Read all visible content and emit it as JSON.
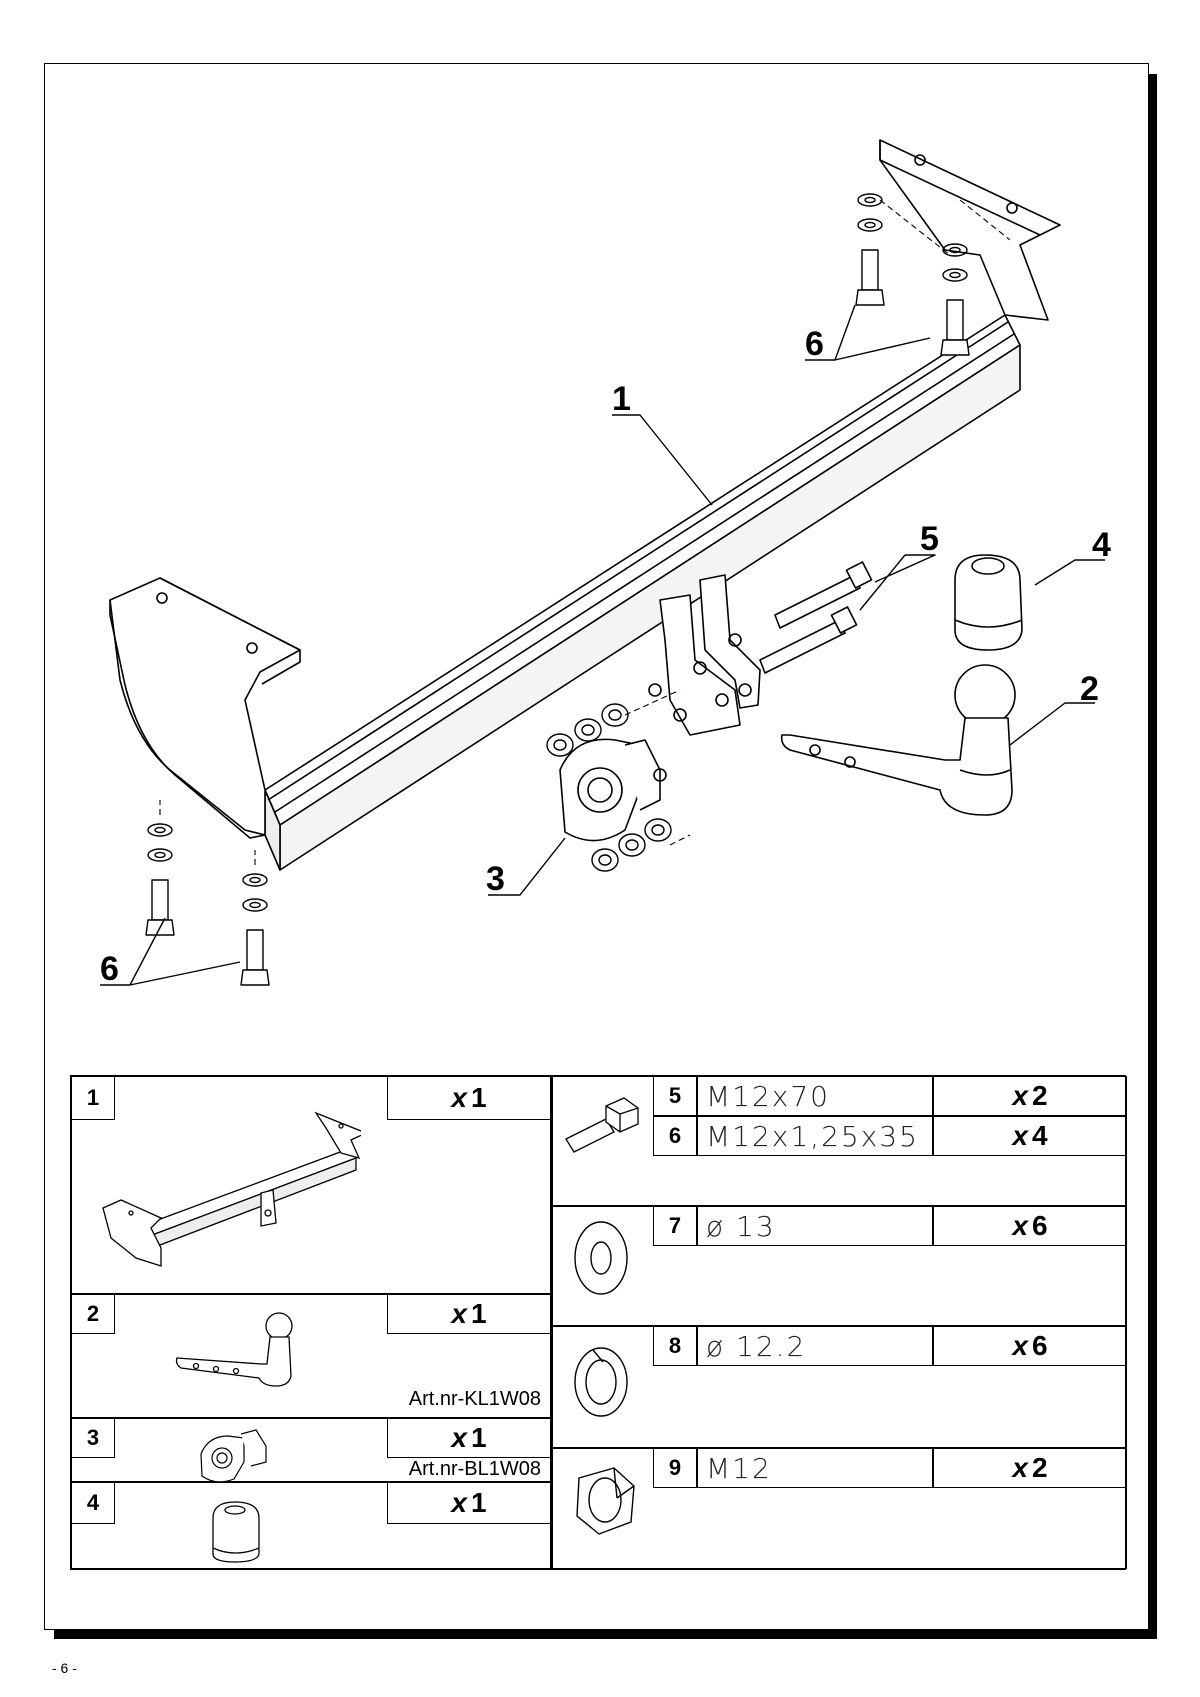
{
  "callouts": [
    "1",
    "2",
    "3",
    "4",
    "5",
    "6",
    "6"
  ],
  "parts": [
    {
      "num": "1",
      "qty_prefix": "x",
      "qty_value": "1"
    },
    {
      "num": "2",
      "qty_prefix": "x",
      "qty_value": "1",
      "article": "Art.nr-KL1W08"
    },
    {
      "num": "3",
      "qty_prefix": "x",
      "qty_value": "1",
      "article": "Art.nr-BL1W08"
    },
    {
      "num": "4",
      "qty_prefix": "x",
      "qty_value": "1"
    }
  ],
  "hardware": [
    {
      "num": "5",
      "spec": "M12x70",
      "qty_prefix": "x",
      "qty_value": "2",
      "icon": "bolt-icon"
    },
    {
      "num": "6",
      "spec": "M12x1,25x35",
      "qty_prefix": "x",
      "qty_value": "4",
      "icon": "bolt-icon"
    },
    {
      "num": "7",
      "spec": "ø 13",
      "qty_prefix": "x",
      "qty_value": "6",
      "icon": "flat-washer-icon"
    },
    {
      "num": "8",
      "spec": "ø 12.2",
      "qty_prefix": "x",
      "qty_value": "6",
      "icon": "spring-washer-icon"
    },
    {
      "num": "9",
      "spec": "M12",
      "qty_prefix": "x",
      "qty_value": "2",
      "icon": "hex-nut-icon"
    }
  ],
  "page_number": "- 6 -"
}
